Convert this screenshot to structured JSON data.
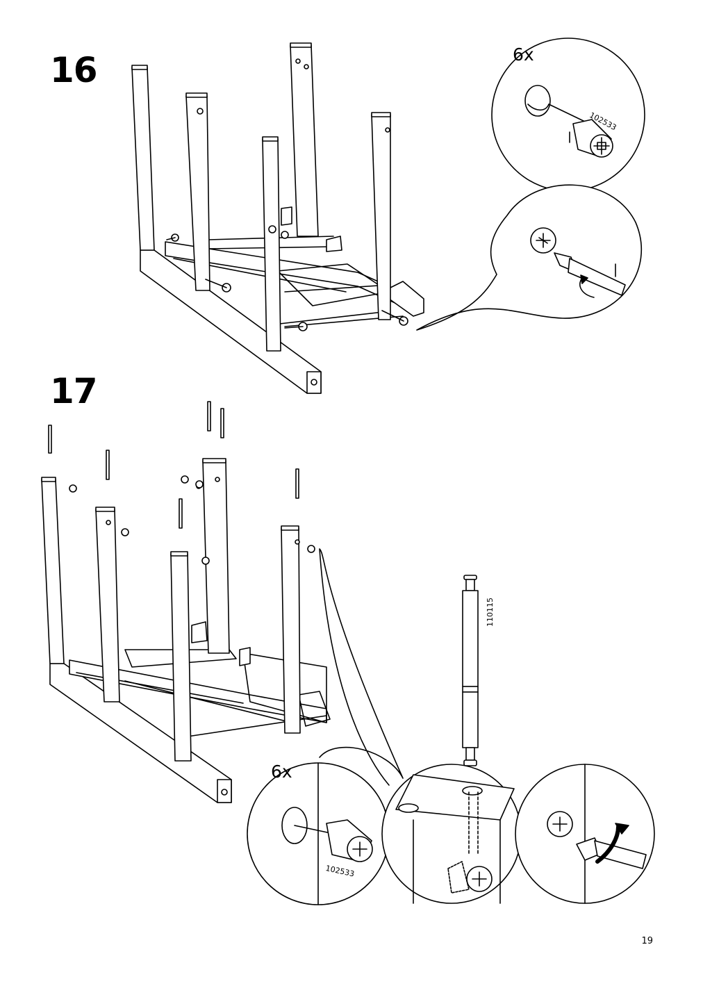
{
  "steps": [
    {
      "number": "16",
      "quantity": "6x",
      "part_number": "102533"
    },
    {
      "number": "17",
      "quantity": "6x",
      "part_numbers": [
        "110115",
        "102533"
      ]
    }
  ],
  "page_number": "19"
}
